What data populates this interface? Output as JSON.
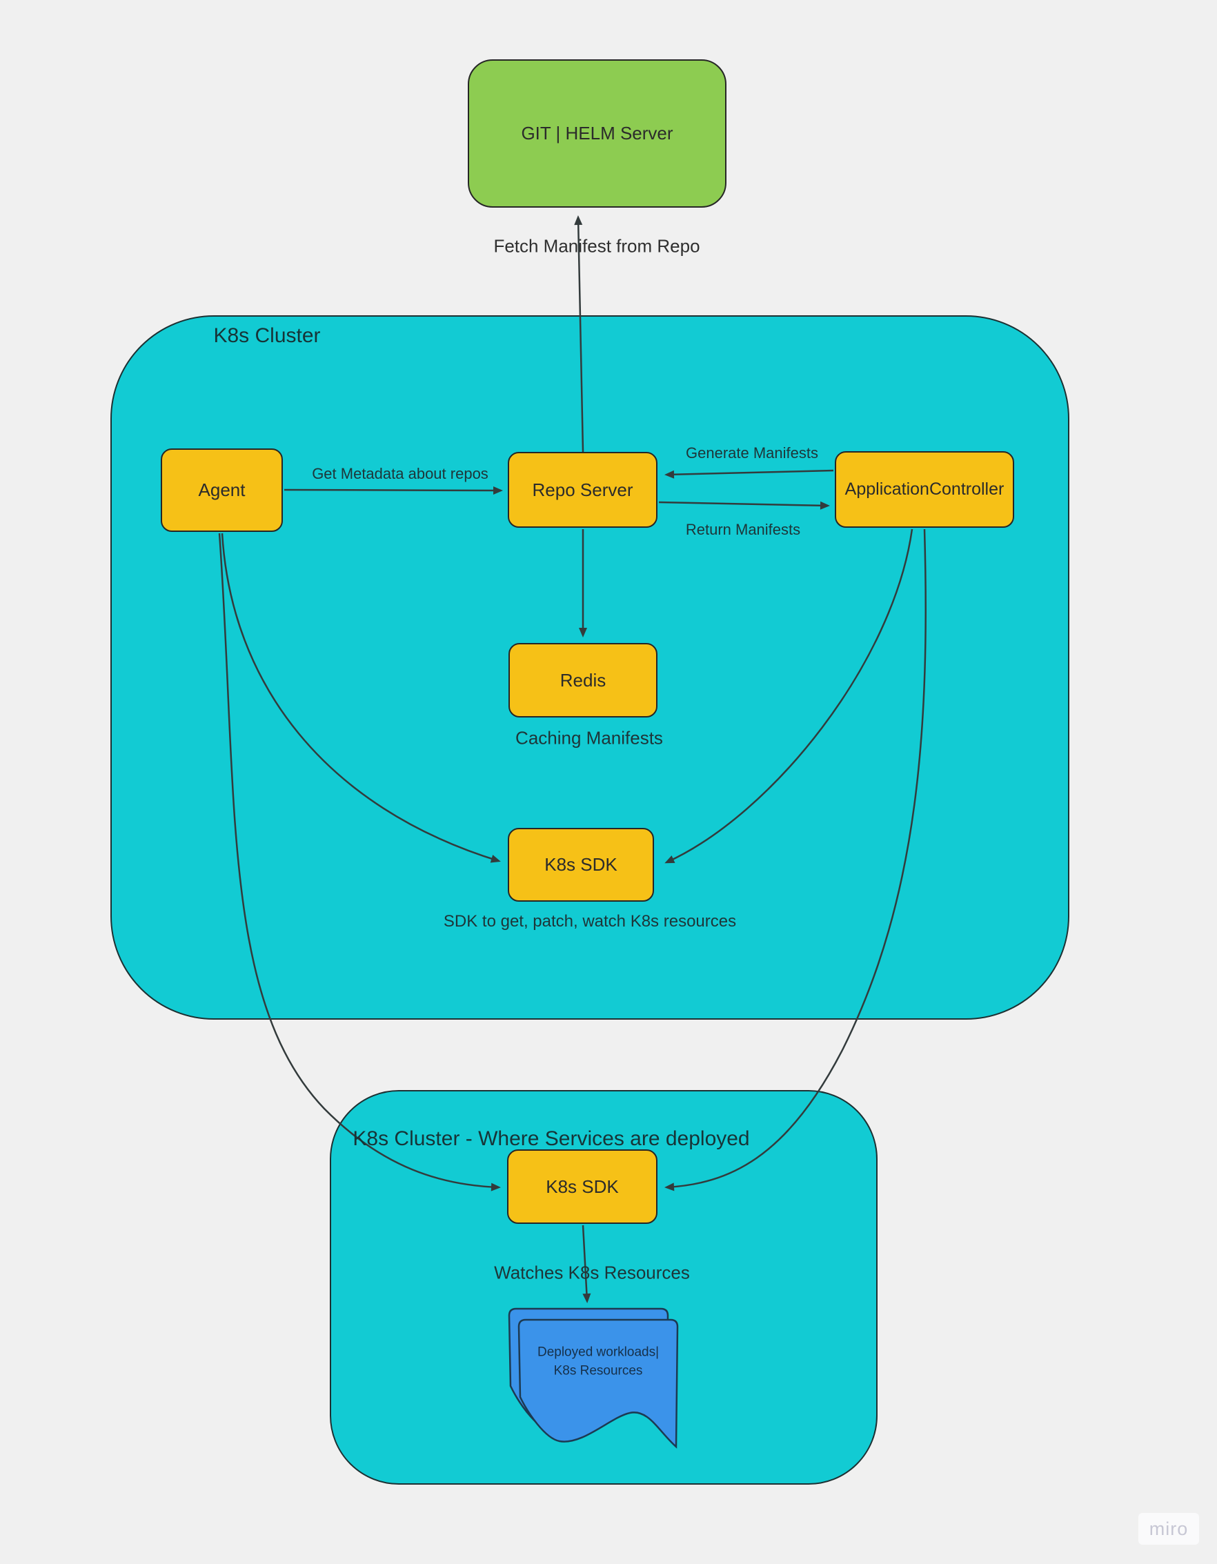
{
  "diagram": {
    "tool_watermark": "miro",
    "colors": {
      "background": "#f0f0f0",
      "cluster_fill": "#12cbd3",
      "node_fill": "#f6c117",
      "git_fill": "#8dcc51",
      "document_fill": "#3b93ea",
      "edge_stroke": "#333b3c"
    },
    "clusters": {
      "upper": {
        "title": "K8s Cluster"
      },
      "lower": {
        "title": "K8s Cluster - Where Services are deployed"
      }
    },
    "nodes": {
      "git": {
        "label": "GIT | HELM Server"
      },
      "agent": {
        "label": "Agent"
      },
      "repo_server": {
        "label": "Repo Server"
      },
      "application_controller": {
        "label": "ApplicationController"
      },
      "redis": {
        "label": "Redis"
      },
      "k8s_sdk_upper": {
        "label": "K8s SDK"
      },
      "k8s_sdk_lower": {
        "label": "K8s SDK"
      },
      "deployed_workloads": {
        "line1": "Deployed workloads|",
        "line2": "K8s Resources"
      }
    },
    "edge_labels": {
      "fetch": "Fetch Manifest from Repo",
      "get_metadata": "Get Metadata about repos",
      "generate": "Generate Manifests",
      "return_manifests": "Return Manifests",
      "caching": "Caching Manifests",
      "sdk_note": "SDK to get, patch, watch K8s resources",
      "watches": "Watches K8s Resources"
    }
  }
}
